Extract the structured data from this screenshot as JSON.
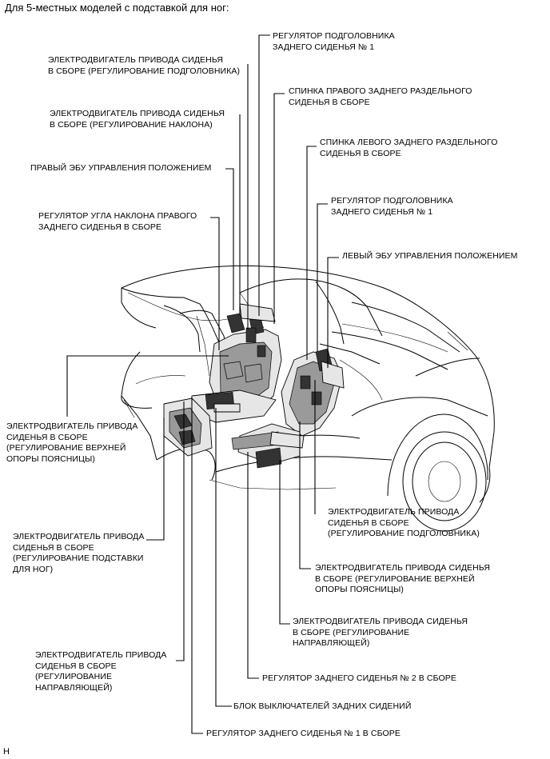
{
  "title": "Для 5-местных моделей с подставкой для ног:",
  "labels": {
    "rr_headrest_adj_1_top": "РЕГУЛЯТОР ПОДГОЛОВНИКА\nЗАДНЕГО СИДЕНЬЯ № 1",
    "motor_headrest_right": "ЭЛЕКТРОДВИГАТЕЛЬ ПРИВОДА СИДЕНЬЯ\nВ СБОРЕ (РЕГУЛИРОВАНИЕ ПОДГОЛОВНИКА)",
    "right_seatback": "СПИНКА ПРАВОГО ЗАДНЕГО РАЗДЕЛЬНОГО\nСИДЕНЬЯ В СБОРЕ",
    "motor_recline": "ЭЛЕКТРОДВИГАТЕЛЬ ПРИВОДА СИДЕНЬЯ\nВ СБОРЕ (РЕГУЛИРОВАНИЕ НАКЛОНА)",
    "left_seatback": "СПИНКА ЛЕВОГО ЗАДНЕГО РАЗДЕЛЬНОГО\nСИДЕНЬЯ В СБОРЕ",
    "right_ecu": "ПРАВЫЙ ЭБУ УПРАВЛЕНИЯ ПОЛОЖЕНИЕМ",
    "rr_headrest_adj_1_mid": "РЕГУЛЯТОР ПОДГОЛОВНИКА\nЗАДНЕГО СИДЕНЬЯ № 1",
    "recliner_right": "РЕГУЛЯТОР УГЛА НАКЛОНА ПРАВОГО\nЗАДНЕГО СИДЕНЬЯ В СБОРЕ",
    "left_ecu": "ЛЕВЫЙ ЭБУ УПРАВЛЕНИЯ ПОЛОЖЕНИЕМ",
    "motor_lumbar_upper_left": "ЭЛЕКТРОДВИГАТЕЛЬ ПРИВОДА\nСИДЕНЬЯ В СБОРЕ\n(РЕГУЛИРОВАНИЕ ВЕРХНЕЙ\nОПОРЫ ПОЯСНИЦЫ)",
    "motor_headrest_left": "ЭЛЕКТРОДВИГАТЕЛЬ ПРИВОДА\nСИДЕНЬЯ В СБОРЕ\n(РЕГУЛИРОВАНИЕ ПОДГОЛОВНИКА)",
    "motor_footrest": "ЭЛЕКТРОДВИГАТЕЛЬ ПРИВОДА\nСИДЕНЬЯ В СБОРЕ\n(РЕГУЛИРОВАНИЕ ПОДСТАВКИ\nДЛЯ НОГ)",
    "motor_lumbar_upper_right": "ЭЛЕКТРОДВИГАТЕЛЬ ПРИВОДА СИДЕНЬЯ\nВ СБОРЕ (РЕГУЛИРОВАНИЕ ВЕРХНЕЙ\nОПОРЫ ПОЯСНИЦЫ)",
    "motor_slide_right": "ЭЛЕКТРОДВИГАТЕЛЬ ПРИВОДА СИДЕНЬЯ\nВ СБОРЕ (РЕГУЛИРОВАНИЕ\nНАПРАВЛЯЮЩЕЙ)",
    "motor_slide_left": "ЭЛЕКТРОДВИГАТЕЛЬ ПРИВОДА\nСИДЕНЬЯ В СБОРЕ\n(РЕГУЛИРОВАНИЕ\nНАПРАВЛЯЮЩЕЙ)",
    "rr_seat_adj_2": "РЕГУЛЯТОР ЗАДНЕГО СИДЕНЬЯ № 2 В СБОРЕ",
    "rr_switch_block": "БЛОК ВЫКЛЮЧАТЕЛЕЙ ЗАДНИХ СИДЕНИЙ",
    "rr_seat_adj_1": "РЕГУЛЯТОР ЗАДНЕГО СИДЕНЬЯ № 1 В СБОРЕ"
  },
  "footer_code": "H"
}
